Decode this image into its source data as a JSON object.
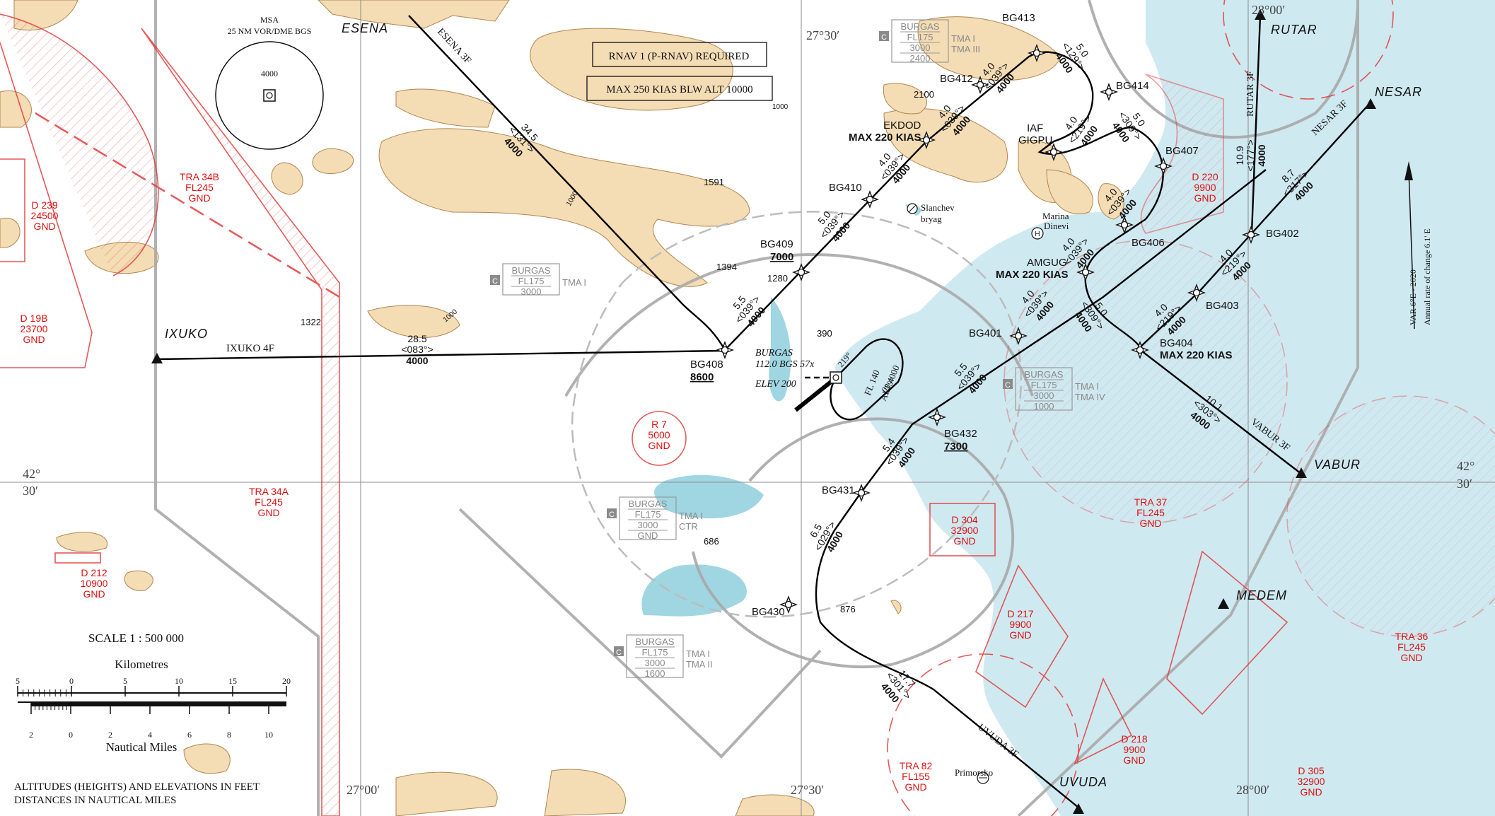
{
  "colors": {
    "sea": "#cfe9f1",
    "land": "#ffffff",
    "terrain": "#f4dcb4",
    "route": "#000000",
    "airspace_red": "#e23a3a",
    "tma_grey": "#9a9a9a",
    "lake": "#9fd6e2"
  },
  "icons": {
    "waypoint": "flyby-waypoint-star-icon",
    "iaf": "initial-approach-fix-icon",
    "entry_fix": "filled-triangle-icon",
    "vordme": "vor-dme-icon",
    "heliport": "heliport-icon",
    "north_arrow": "magnetic-variation-arrow-icon"
  },
  "notes": {
    "rnav": "RNAV 1 (P-RNAV) REQUIRED",
    "speed": "MAX 250 KIAS BLW ALT 10000",
    "units_line1": "ALTITUDES (HEIGHTS) AND ELEVATIONS IN FEET",
    "units_line2": "DISTANCES IN NAUTICAL MILES",
    "variation1": "VAR 6°E - 2020",
    "variation2": "Annual rate of change 6.1' E"
  },
  "msa": {
    "title": "MSA",
    "subtitle": "25 NM VOR/DME BGS",
    "alt": "4000"
  },
  "scale": {
    "title": "SCALE  1 : 500 000",
    "km_label": "Kilometres",
    "nm_label": "Nautical Miles",
    "km_ticks": [
      "5",
      "0",
      "5",
      "10",
      "15",
      "20"
    ],
    "nm_ticks": [
      "2",
      "0",
      "2",
      "4",
      "6",
      "8",
      "10"
    ]
  },
  "graticule": {
    "lat": [
      "42°",
      "30′",
      "42°",
      "30′"
    ],
    "lon_top": [
      "27°30′",
      "28°00′"
    ],
    "lon_bottom": [
      "27°00′",
      "27°30′",
      "28°00′"
    ]
  },
  "fixes": {
    "esena": "ESENA",
    "ixuko": "IXUKO",
    "rutar": "RUTAR",
    "nesar": "NESAR",
    "vabur": "VABUR",
    "uvuda": "UVUDA",
    "medem": "MEDEM"
  },
  "arrivals": {
    "esena": "ESENA 3F",
    "ixuko": "IXUKO 4F",
    "rutar": "RUTAR 3F",
    "nesar": "NESAR 3F",
    "vabur": "VABUR 3F",
    "uvuda": "UVUDA 3F"
  },
  "waypoints": {
    "bg413": "BG413",
    "bg412": "BG412",
    "bg414": "BG414",
    "bg407": "BG407",
    "bg410": "BG410",
    "bg409": "BG409",
    "bg408": "BG408",
    "bg406": "BG406",
    "bg402": "BG402",
    "bg403": "BG403",
    "bg404": "BG404",
    "bg401": "BG401",
    "bg432": "BG432",
    "bg431": "BG431",
    "bg430": "BG430",
    "ekdod": "EKDOD",
    "iaf": "IAF",
    "gigpu": "GIGPU",
    "amgug": "AMGUG"
  },
  "constraints": {
    "bg409": "7000",
    "bg408": "8600",
    "bg432": "7300",
    "ekdod": "MAX 220 KIAS",
    "amgug": "MAX 220 KIAS",
    "bg404": "MAX 220 KIAS"
  },
  "legs": [
    {
      "d": "34.5",
      "c": "131°",
      "a": "4000"
    },
    {
      "d": "28.5",
      "c": "083°",
      "a": "4000"
    },
    {
      "d": "5.5",
      "c": "039°",
      "a": "4000"
    },
    {
      "d": "5.0",
      "c": "039°",
      "a": "4000"
    },
    {
      "d": "4.0",
      "c": "039°",
      "a": "4000"
    },
    {
      "d": "4.0",
      "c": "039°",
      "a": "4000"
    },
    {
      "d": "4.0",
      "c": "039°",
      "a": "4000"
    },
    {
      "d": "5.0",
      "c": "129°",
      "a": "4000"
    },
    {
      "d": "4.0",
      "c": "219°",
      "a": "4000"
    },
    {
      "d": "5.0",
      "c": "309°",
      "a": "4000"
    },
    {
      "d": "4.0",
      "c": "039°",
      "a": "4000"
    },
    {
      "d": "4.0",
      "c": "039°",
      "a": "4000"
    },
    {
      "d": "4.0",
      "c": "039°",
      "a": "4000"
    },
    {
      "d": "5.5",
      "c": "039°",
      "a": "4000"
    },
    {
      "d": "5.4",
      "c": "039°",
      "a": "4000"
    },
    {
      "d": "6.5",
      "c": "029°",
      "a": "4000"
    },
    {
      "d": "17.7",
      "c": "301°",
      "a": "4000"
    },
    {
      "d": "10.9",
      "c": "177°",
      "a": "4000"
    },
    {
      "d": "8.7",
      "c": "217°",
      "a": "4000"
    },
    {
      "d": "4.0",
      "c": "219°",
      "a": "4000"
    },
    {
      "d": "4.0",
      "c": "219°",
      "a": "4000"
    },
    {
      "d": "10.1",
      "c": "303°",
      "a": "4000"
    },
    {
      "d": "5.0",
      "c": "309°",
      "a": "4000"
    }
  ],
  "nav": {
    "vor_name": "BURGAS",
    "vor_freq": "112.0 BGS 57x",
    "vor_elev": "ELEV 200",
    "hold_fl": "FL 140",
    "hold_alt": "ALT 4000",
    "hold_in": "219°",
    "hold_out": "039°"
  },
  "places": {
    "slanchev": "Slanchev",
    "bryag": "bryag",
    "marina": "Marina",
    "dinevi": "Dinevi",
    "primorsko": "Primorsko"
  },
  "elevations": [
    "1591",
    "1394",
    "1280",
    "1322",
    "390",
    "686",
    "876",
    "2100",
    "1000",
    "1000",
    "1000"
  ],
  "tma": [
    {
      "name": "BURGAS",
      "top": "FL175",
      "mid": "3000",
      "low": "2400",
      "sub1": "TMA I",
      "sub2": "TMA III"
    },
    {
      "name": "BURGAS",
      "top": "FL175",
      "mid": "3000",
      "sub1": "TMA I"
    },
    {
      "name": "BURGAS",
      "top": "FL175",
      "mid": "3000",
      "low": "1000",
      "sub1": "TMA I",
      "sub2": "TMA IV"
    },
    {
      "name": "BURGAS",
      "top": "FL175",
      "mid": "3000",
      "low": "GND",
      "sub1": "TMA I",
      "sub2": "CTR"
    },
    {
      "name": "BURGAS",
      "top": "FL175",
      "mid": "3000",
      "low": "1600",
      "sub1": "TMA I",
      "sub2": "TMA II"
    }
  ],
  "tma_class": "C",
  "red_zones": [
    {
      "name": "TRA 34B",
      "upper": "FL245",
      "lower": "GND"
    },
    {
      "name": "D 239",
      "upper": "24500",
      "lower": "GND"
    },
    {
      "name": "D 19B",
      "upper": "23700",
      "lower": "GND"
    },
    {
      "name": "TRA 34A",
      "upper": "FL245",
      "lower": "GND"
    },
    {
      "name": "D 212",
      "upper": "10900",
      "lower": "GND"
    },
    {
      "name": "R 7",
      "upper": "5000",
      "lower": "GND"
    },
    {
      "name": "D 304",
      "upper": "32900",
      "lower": "GND"
    },
    {
      "name": "D 220",
      "upper": "9900",
      "lower": "GND"
    },
    {
      "name": "TRA 37",
      "upper": "FL245",
      "lower": "GND"
    },
    {
      "name": "D 217",
      "upper": "9900",
      "lower": "GND"
    },
    {
      "name": "D 218",
      "upper": "9900",
      "lower": "GND"
    },
    {
      "name": "TRA 82",
      "upper": "FL155",
      "lower": "GND"
    },
    {
      "name": "D 305",
      "upper": "32900",
      "lower": "GND"
    },
    {
      "name": "TRA 36",
      "upper": "FL245",
      "lower": "GND"
    }
  ]
}
